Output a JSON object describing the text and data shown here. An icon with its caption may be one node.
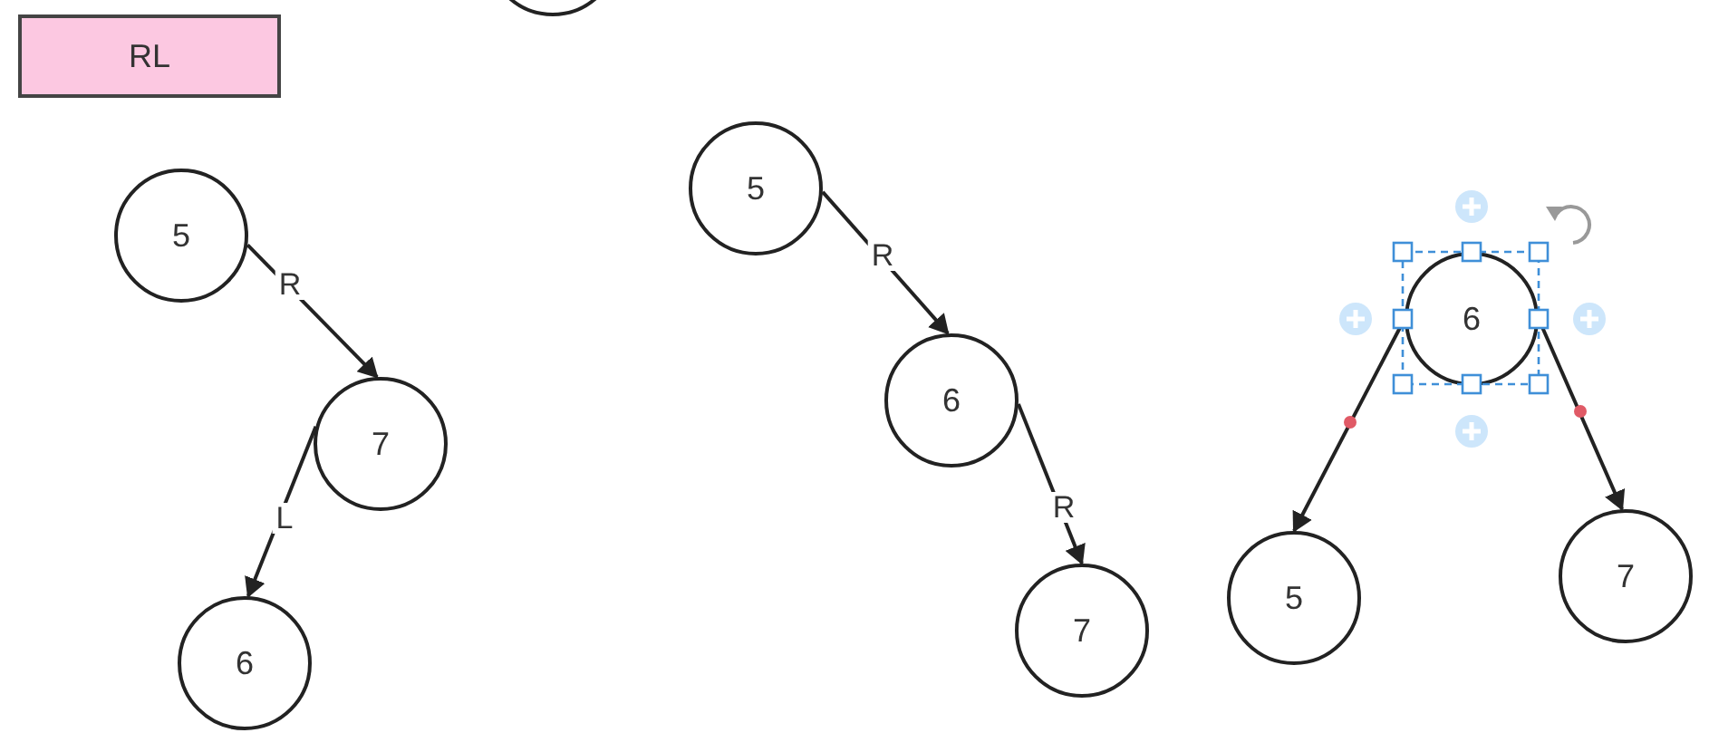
{
  "diagram": {
    "nodes": [
      {
        "text": [
          "RL"
        ]
      },
      {
        "text": [],
        "shape": "circle"
      },
      {
        "text": [
          "5"
        ]
      },
      {
        "text": [
          "7"
        ]
      },
      {
        "text": [
          "6"
        ]
      },
      {
        "text": [
          "5"
        ]
      },
      {
        "text": [
          "6"
        ]
      },
      {
        "text": [
          "7"
        ]
      },
      {
        "text": [
          "6"
        ]
      },
      {
        "text": [
          "5"
        ]
      },
      {
        "text": [
          "7"
        ]
      }
    ],
    "edges": [
      {
        "from": 2,
        "to": 3,
        "arrow": "to",
        "label": "R"
      },
      {
        "from": 3,
        "to": 4,
        "arrow": "to",
        "label": "L"
      },
      {
        "from": 5,
        "to": 6,
        "arrow": "to",
        "label": "R"
      },
      {
        "from": 6,
        "to": 7,
        "arrow": "to",
        "label": "R"
      },
      {
        "from": 8,
        "to": 9,
        "arrow": "to"
      },
      {
        "from": 8,
        "to": 10,
        "arrow": "to"
      }
    ]
  }
}
